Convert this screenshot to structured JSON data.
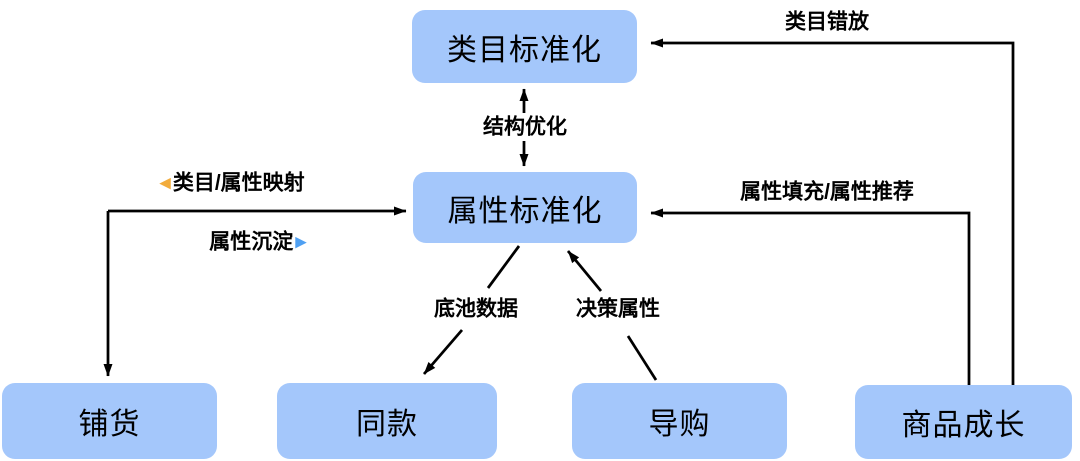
{
  "diagram": {
    "type": "flow-diagram",
    "background": "#ffffff"
  },
  "colors": {
    "node_fill": "#a4c7fb",
    "node_text": "#000000",
    "connector": "#000000",
    "mapping_triangle": "#f2ac3c",
    "sedimentation_triangle": "#4fa0f2"
  },
  "nodes": [
    {
      "id": "category-standardization",
      "label": "类目标准化"
    },
    {
      "id": "attribute-standardization",
      "label": "属性标准化"
    },
    {
      "id": "stocking",
      "label": "铺货"
    },
    {
      "id": "same-style",
      "label": "同款"
    },
    {
      "id": "shopping-guide",
      "label": "导购"
    },
    {
      "id": "product-growth",
      "label": "商品成长"
    }
  ],
  "edges": {
    "structure_optimization": {
      "label": "结构优化",
      "from": "属性标准化",
      "to": "类目标准化",
      "direction": "bidirectional"
    },
    "category_misplacement": {
      "label": "类目错放",
      "from": "商品成长",
      "to": "类目标准化"
    },
    "attribute_fill_recommendation": {
      "label": "属性填充/属性推荐",
      "from": "商品成长",
      "to": "属性标准化"
    },
    "category_attribute_mapping": {
      "arrow_icon": "◀",
      "label": "类目/属性映射",
      "from": "属性标准化",
      "to": "铺货"
    },
    "attribute_sedimentation": {
      "label": "属性沉淀",
      "arrow_icon": "▶",
      "from": "铺货",
      "to": "属性标准化"
    },
    "base_pool_data": {
      "label": "底池数据",
      "from": "属性标准化",
      "to": "同款"
    },
    "decision_attributes": {
      "label": "决策属性",
      "from": "导购",
      "to": "属性标准化"
    }
  }
}
